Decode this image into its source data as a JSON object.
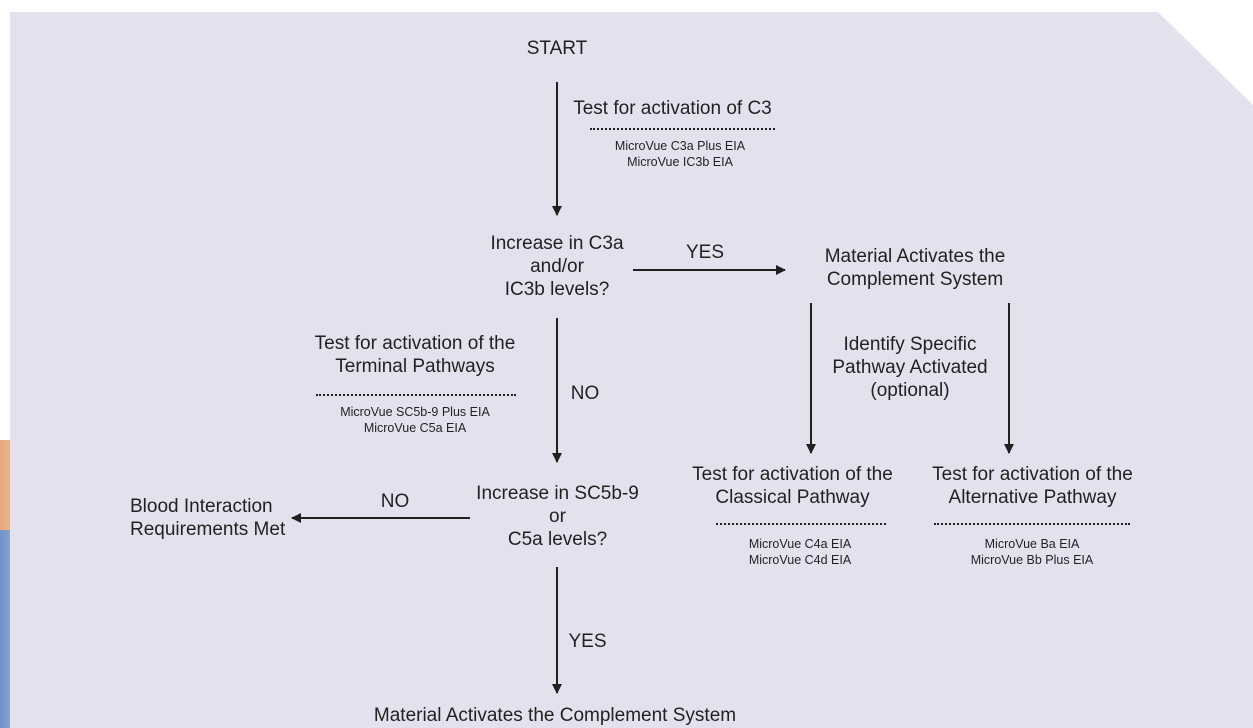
{
  "start": "START",
  "test_c3": {
    "heading": "Test for activation of C3",
    "assays": [
      "MicroVue C3a Plus EIA",
      "MicroVue IC3b EIA"
    ]
  },
  "decision_c3": [
    "Increase in C3a",
    "and/or",
    "IC3b levels?"
  ],
  "yes_label_1": "YES",
  "activates_1": [
    "Material Activates the",
    "Complement System"
  ],
  "identify": [
    "Identify Specific",
    "Pathway Activated",
    "(optional)"
  ],
  "test_terminal": {
    "heading": [
      "Test for activation of the",
      "Terminal Pathways"
    ],
    "assays": [
      "MicroVue SC5b-9 Plus EIA",
      "MicroVue C5a EIA"
    ]
  },
  "no_label_1": "NO",
  "decision_sc5b9": [
    "Increase in SC5b-9",
    "or",
    "C5a levels?"
  ],
  "no_label_2": "NO",
  "blood_met": [
    "Blood Interaction",
    "Requirements Met"
  ],
  "test_classical": {
    "heading": [
      "Test for activation of the",
      "Classical Pathway"
    ],
    "assays": [
      "MicroVue C4a EIA",
      "MicroVue C4d EIA"
    ]
  },
  "test_alternative": {
    "heading": [
      "Test for activation of the",
      "Alternative Pathway"
    ],
    "assays": [
      "MicroVue Ba EIA",
      "MicroVue Bb Plus EIA"
    ]
  },
  "yes_label_2": "YES",
  "activates_2": "Material Activates the Complement System",
  "colors": {
    "panel": "#e3e1ee",
    "text": "#231f20",
    "photo_skin": "#e8b48a",
    "photo_blue": "#7f9fcf"
  }
}
